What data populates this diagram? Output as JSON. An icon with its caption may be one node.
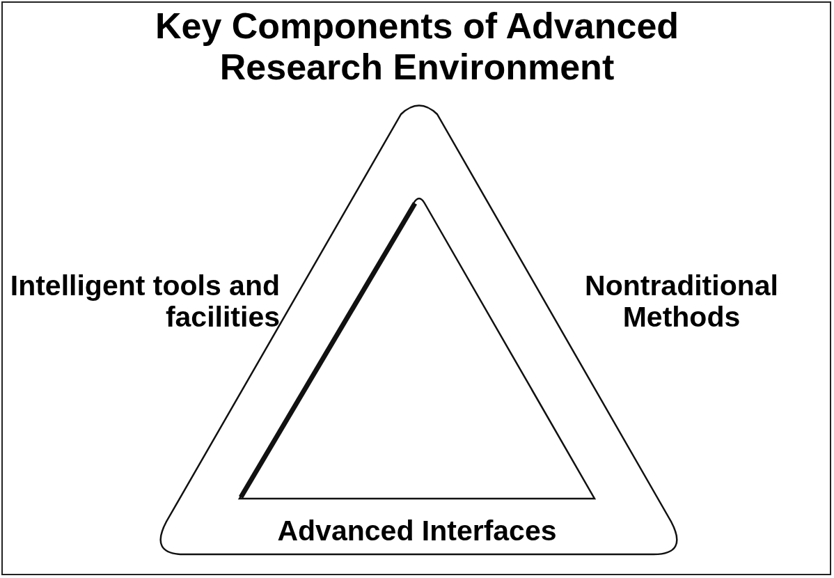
{
  "diagram": {
    "title": "Key Components of Advanced Research Environment",
    "labels": [
      "Intelligent tools and facilities",
      "Nontraditional Methods",
      "Advanced Interfaces"
    ]
  }
}
